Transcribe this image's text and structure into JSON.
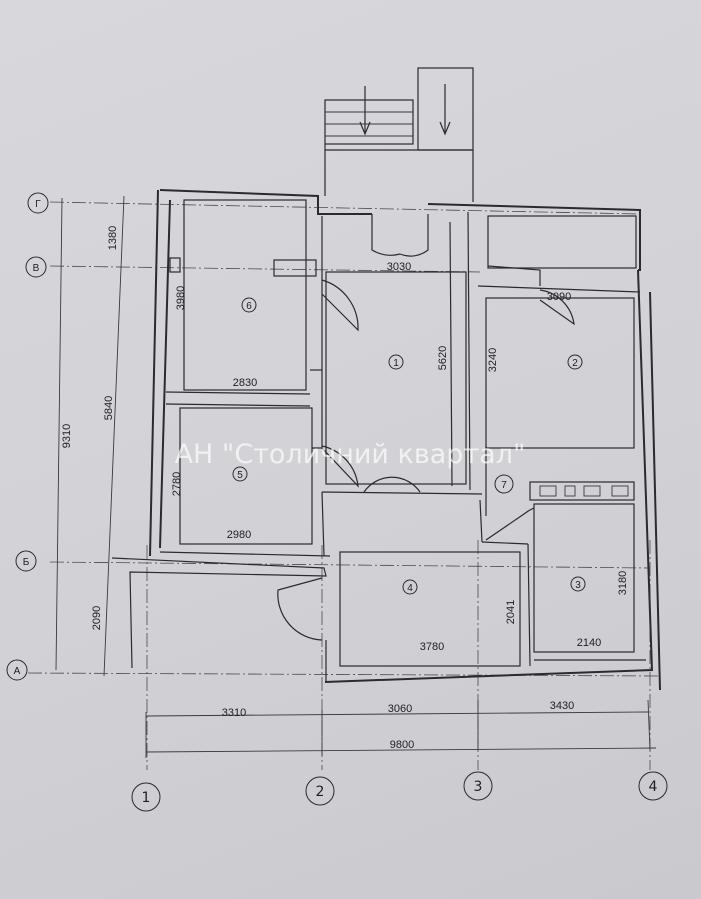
{
  "watermark": "АН \"Столичний квартал\"",
  "axes": {
    "rows": [
      "Г",
      "В",
      "Б",
      "А"
    ],
    "columns": [
      "1",
      "2",
      "3",
      "4"
    ]
  },
  "rooms": [
    "1",
    "2",
    "3",
    "4",
    "5",
    "6",
    "7"
  ],
  "dimensions": {
    "left_total": "9310",
    "left_1380": "1380",
    "left_5840": "5840",
    "left_2090": "2090",
    "bottom_3310": "3310",
    "bottom_3060": "3060",
    "bottom_3430": "3430",
    "bottom_total": "9800",
    "room1_width": "3030",
    "room1_height": "5620",
    "room2_width": "3090",
    "room2_height": "3240",
    "room3_width": "2140",
    "room3_height": "3180",
    "room4_width": "3780",
    "room4_height": "2041",
    "room5_width": "2980",
    "room5_height": "2780",
    "room6_width": "2830",
    "room6_height": "3980"
  }
}
